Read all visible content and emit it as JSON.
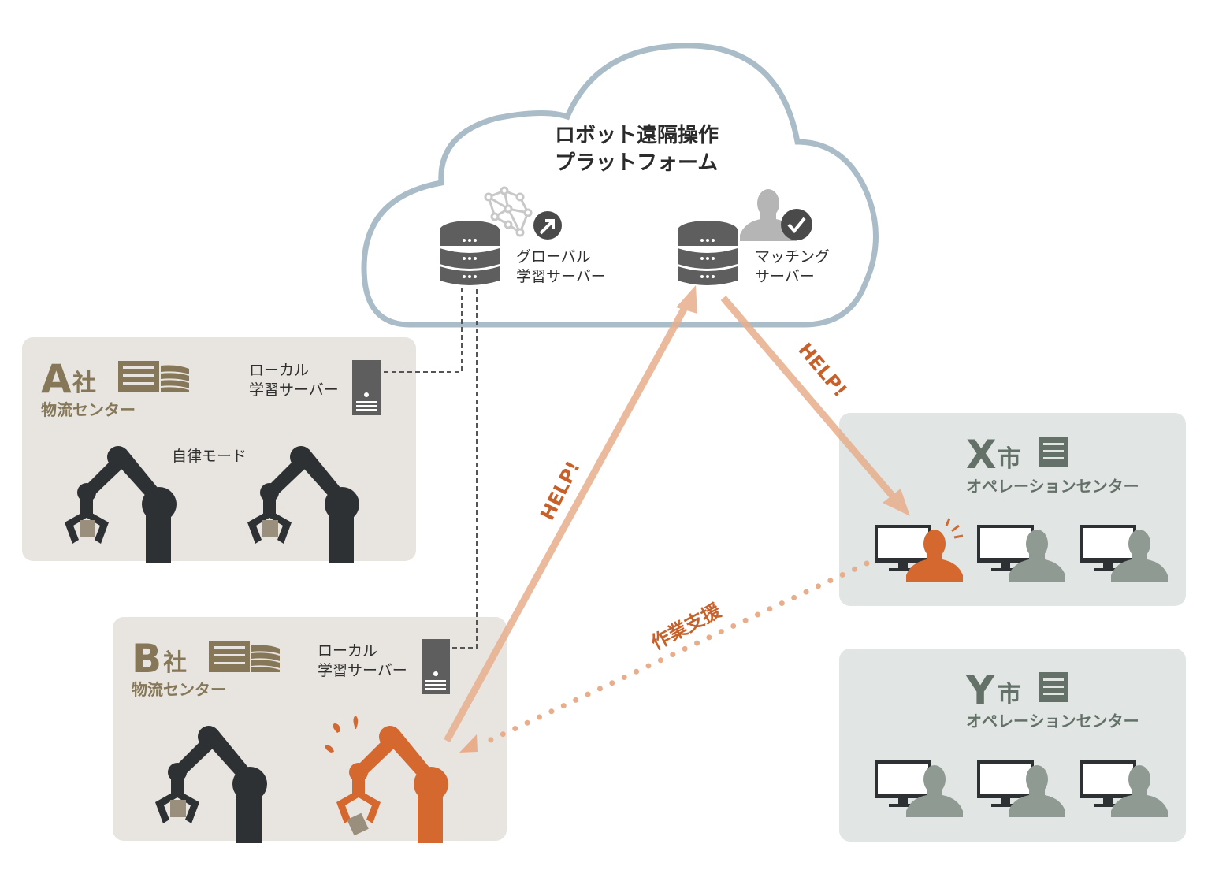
{
  "cloud": {
    "title_line1": "ロボット遠隔操作",
    "title_line2": "プラットフォーム",
    "global_server": {
      "line1": "グローバル",
      "line2": "学習サーバー",
      "icons": [
        "database-icon",
        "neural-network-icon",
        "arrow-up-right-icon"
      ]
    },
    "matching_server": {
      "line1": "マッチング",
      "line2": "サーバー",
      "icons": [
        "database-icon",
        "person-icon",
        "checkmark-icon"
      ]
    }
  },
  "company_a": {
    "letter": "A",
    "kanji": "社",
    "subtitle": "物流センター",
    "local_server": {
      "line1": "ローカル",
      "line2": "学習サーバー"
    },
    "mode_label": "自律モード",
    "robots": [
      {
        "state": "normal"
      },
      {
        "state": "normal"
      }
    ]
  },
  "company_b": {
    "letter": "B",
    "kanji": "社",
    "subtitle": "物流センター",
    "local_server": {
      "line1": "ローカル",
      "line2": "学習サーバー"
    },
    "robots": [
      {
        "state": "normal"
      },
      {
        "state": "trouble"
      }
    ]
  },
  "city_x": {
    "letter": "X",
    "kanji": "市",
    "subtitle": "オペレーションセンター",
    "operators": [
      {
        "state": "alerted"
      },
      {
        "state": "idle"
      },
      {
        "state": "idle"
      }
    ]
  },
  "city_y": {
    "letter": "Y",
    "kanji": "市",
    "subtitle": "オペレーションセンター",
    "operators": [
      {
        "state": "idle"
      },
      {
        "state": "idle"
      },
      {
        "state": "idle"
      }
    ]
  },
  "arrows": {
    "help_to_cloud": "HELP!",
    "help_to_operator": "HELP!",
    "support": "作業支援"
  },
  "colors": {
    "cloud_stroke": "#a9bcc8",
    "company_bg": "#e8e4df",
    "city_bg": "#e1e5e4",
    "brown": "#857758",
    "green": "#637168",
    "robot_dark": "#2e3133",
    "robot_alert": "#d4682e",
    "arrow": "#e8ae8c",
    "help_text": "#c8602a",
    "server": "#5e5e5e",
    "operator_idle": "#8f9a93"
  }
}
